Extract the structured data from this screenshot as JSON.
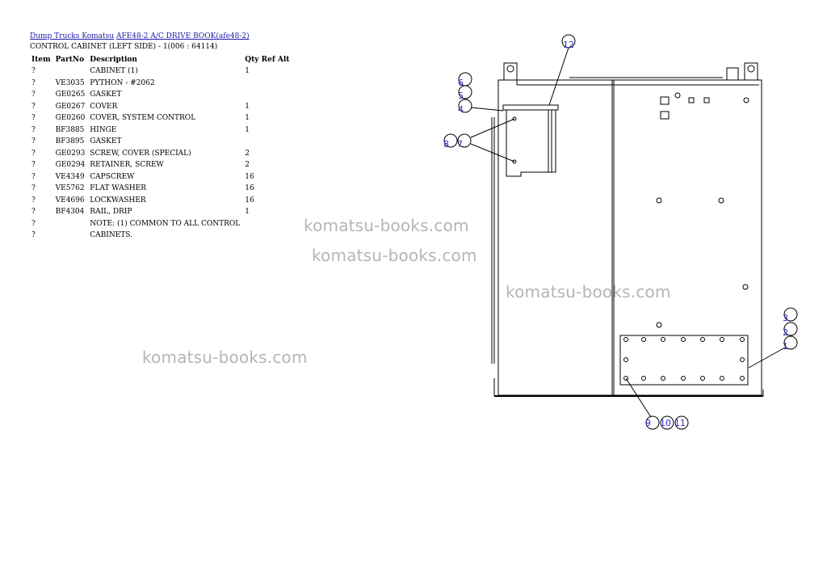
{
  "breadcrumb": {
    "link1": "Dump Trucks Komatsu",
    "link2": "AFE48-2 A/C DRIVE BOOK(afe48-2)"
  },
  "subtitle": "CONTROL CABINET (LEFT SIDE) - 1(006 : 64114)",
  "table": {
    "headers": {
      "item": "Item",
      "part": "PartNo",
      "desc": "Description",
      "qty": "Qty Ref Alt"
    },
    "rows": [
      {
        "item": "?",
        "part": "",
        "desc": "CABINET (1)",
        "qty": "1"
      },
      {
        "item": "?",
        "part": "VE3035",
        "desc": "PYTHON - #2062",
        "qty": ""
      },
      {
        "item": "?",
        "part": "GE0265",
        "desc": "GASKET",
        "qty": ""
      },
      {
        "item": "?",
        "part": "GE0267",
        "desc": "COVER",
        "qty": "1"
      },
      {
        "item": "?",
        "part": "GE0260",
        "desc": "COVER, SYSTEM CONTROL",
        "qty": "1"
      },
      {
        "item": "?",
        "part": "BF3885",
        "desc": "HINGE",
        "qty": "1"
      },
      {
        "item": "?",
        "part": "BF3895",
        "desc": "GASKET",
        "qty": ""
      },
      {
        "item": "?",
        "part": "GE0293",
        "desc": "SCREW, COVER (SPECIAL)",
        "qty": "2"
      },
      {
        "item": "?",
        "part": "GE0294",
        "desc": "RETAINER, SCREW",
        "qty": "2"
      },
      {
        "item": "?",
        "part": "VE4349",
        "desc": "CAPSCREW",
        "qty": "16"
      },
      {
        "item": "?",
        "part": "VE5762",
        "desc": "FLAT WASHER",
        "qty": "16"
      },
      {
        "item": "?",
        "part": "VE4696",
        "desc": "LOCKWASHER",
        "qty": "16"
      },
      {
        "item": "?",
        "part": "BF4304",
        "desc": "RAIL, DRIP",
        "qty": "1"
      },
      {
        "item": "?",
        "part": "",
        "desc": "NOTE: (1) COMMON TO ALL CONTROL",
        "qty": ""
      },
      {
        "item": "?",
        "part": "",
        "desc": "CABINETS.",
        "qty": ""
      }
    ]
  },
  "watermarks": [
    "komatsu-books.com",
    "komatsu-books.com",
    "komatsu-books.com",
    "komatsu-books.com"
  ],
  "callouts": {
    "c12": "12",
    "c6": "6",
    "c5": "5",
    "c4": "4",
    "c8": "8",
    "c7": "7",
    "c3": "3",
    "c2": "2",
    "c1": "1",
    "c9": "9",
    "c10": "10",
    "c11": "11"
  }
}
